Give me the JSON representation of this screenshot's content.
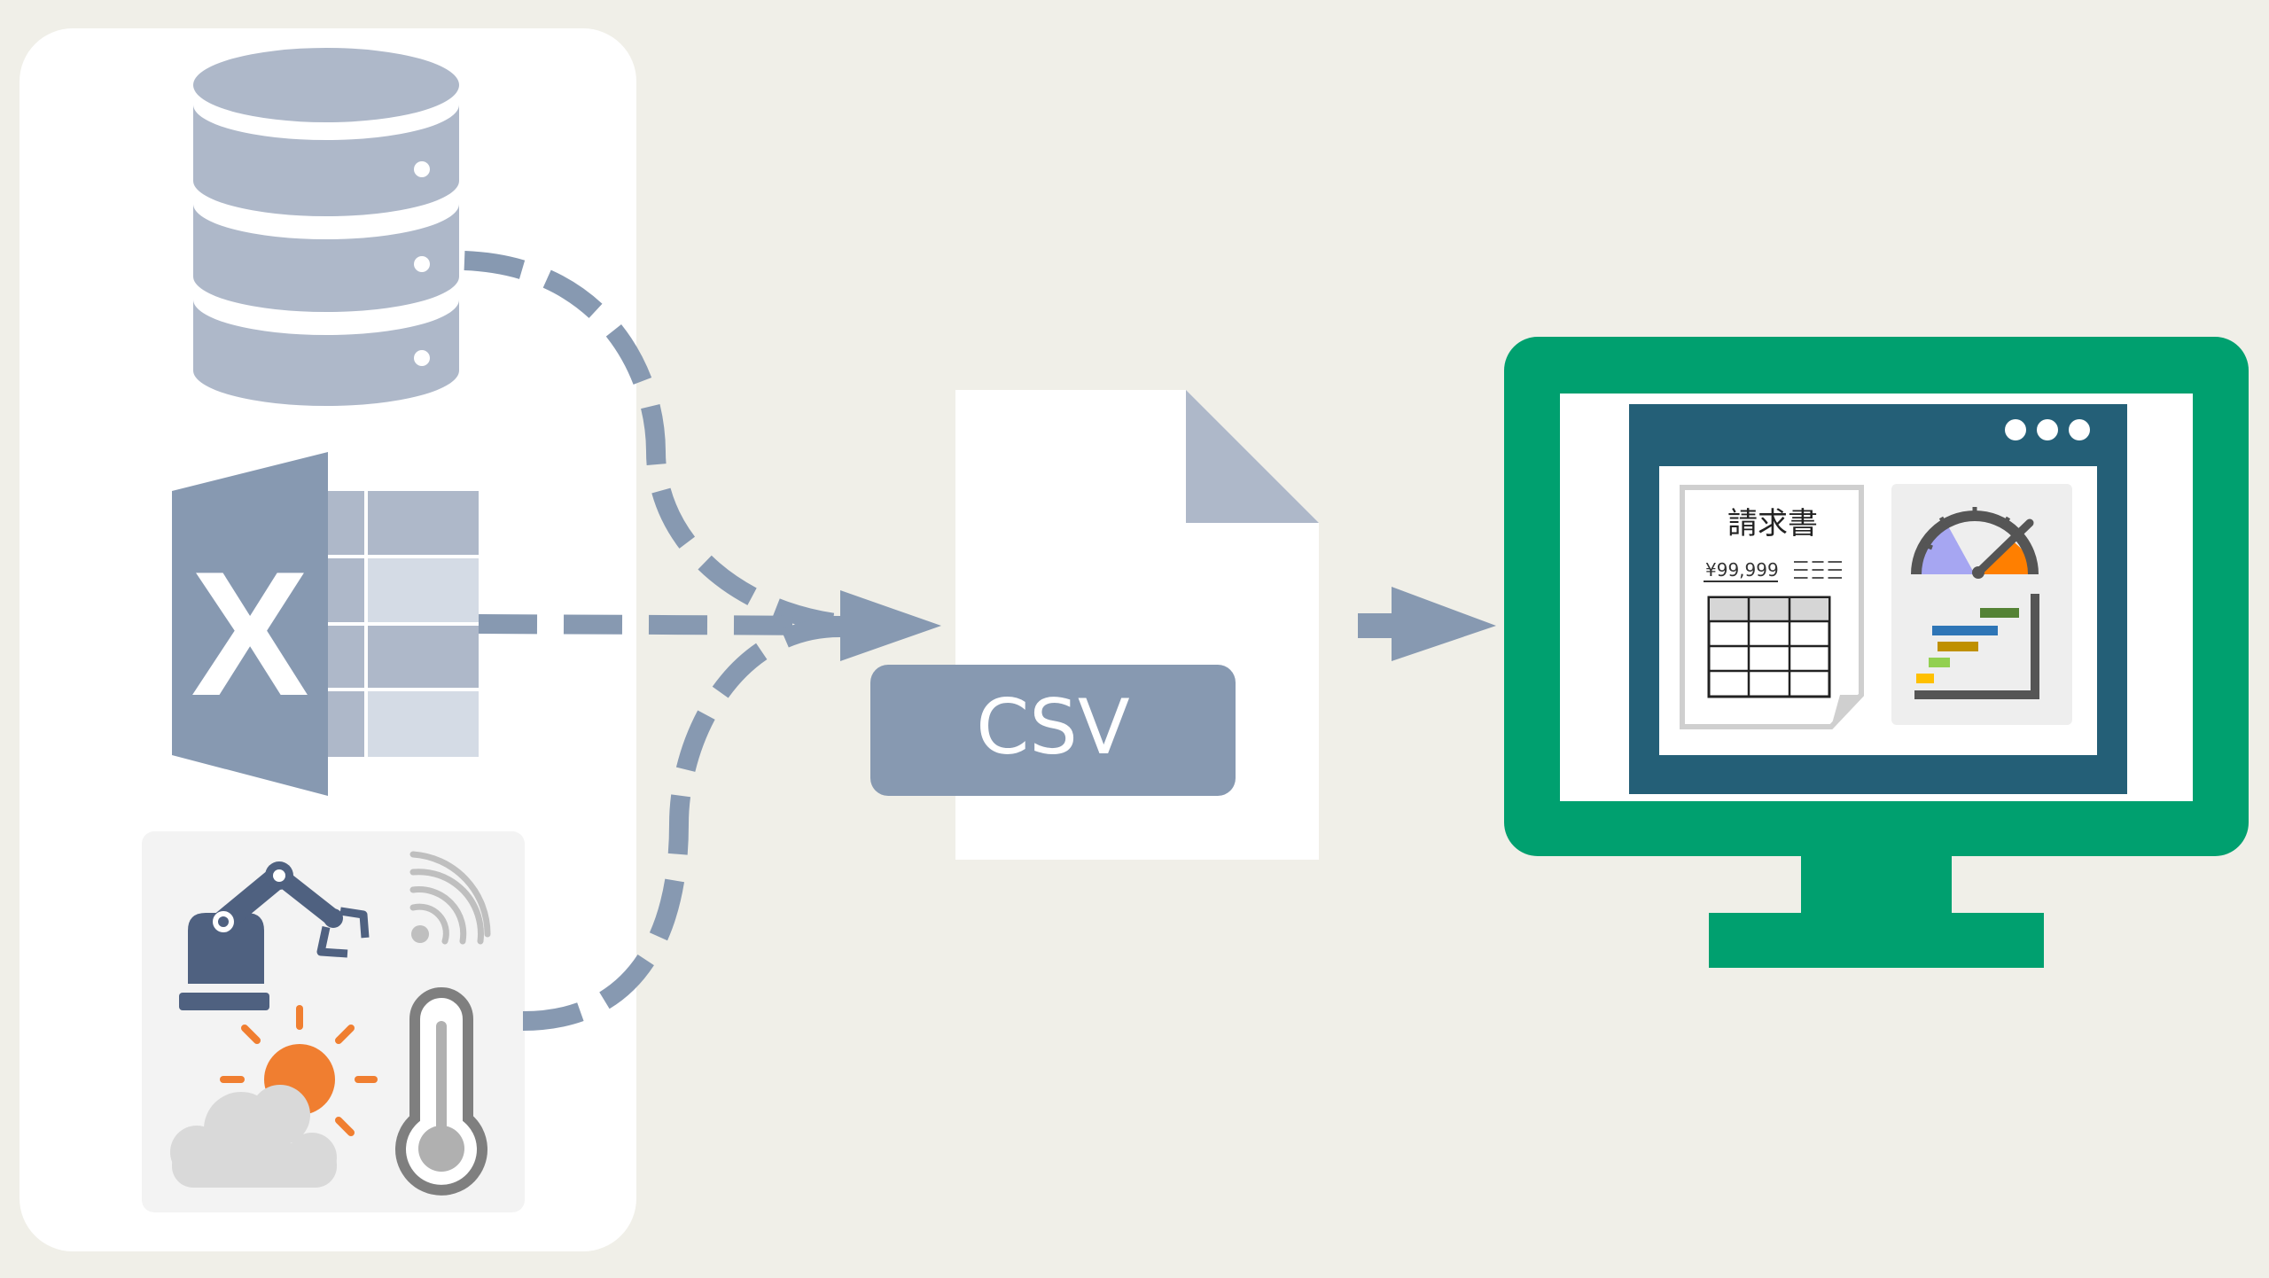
{
  "csv_file": {
    "label": "CSV"
  },
  "invoice": {
    "title": "請求書",
    "amount": "¥99,999"
  },
  "excel": {
    "letter": "X"
  },
  "colors": {
    "background": "#f0efe8",
    "panel": "#ffffff",
    "slate": "#8799b1",
    "db": "#aeb8c9",
    "monitor": "#00a06f",
    "window": "#245f77",
    "sun": "#f07e30",
    "robot": "#4f6180"
  }
}
